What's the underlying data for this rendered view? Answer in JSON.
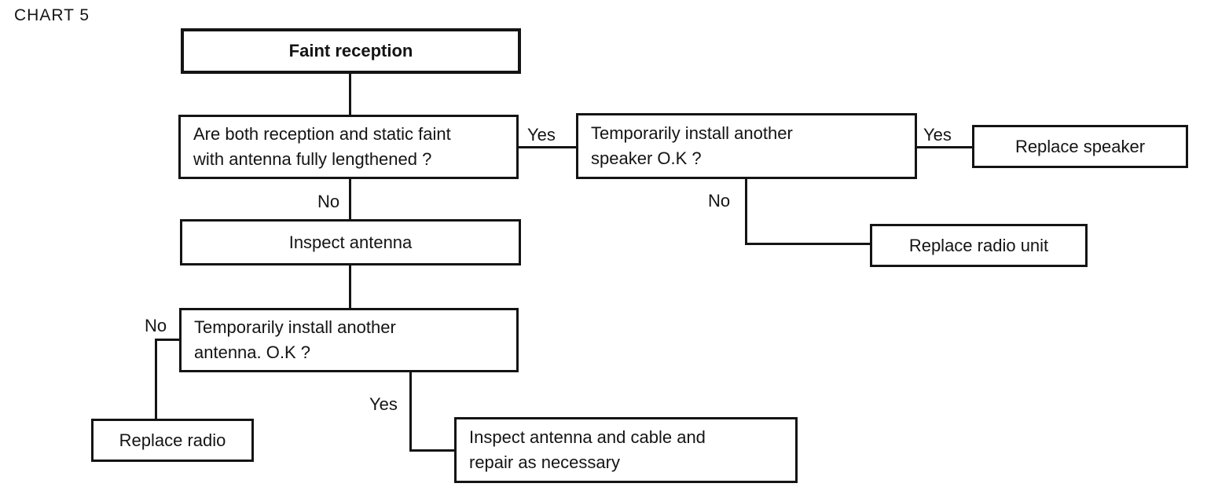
{
  "title": "CHART 5",
  "colors": {
    "ink": "#141414",
    "paper": "#ffffff"
  },
  "flowchart": {
    "nodes": [
      {
        "id": "faint_reception",
        "label": "Faint reception",
        "style": "bold-header"
      },
      {
        "id": "q_reception_static",
        "line1": "Are both reception and static faint",
        "line2": "with antenna fully lengthened ?"
      },
      {
        "id": "q_speaker",
        "line1": "Temporarily install another",
        "line2": "speaker O.K ?"
      },
      {
        "id": "replace_speaker",
        "label": "Replace speaker"
      },
      {
        "id": "replace_radio_unit",
        "label": "Replace radio unit"
      },
      {
        "id": "inspect_antenna",
        "label": "Inspect antenna"
      },
      {
        "id": "q_antenna",
        "line1": "Temporarily install another",
        "line2": "antenna. O.K ?"
      },
      {
        "id": "replace_radio",
        "label": "Replace radio"
      },
      {
        "id": "inspect_repair",
        "line1": "Inspect antenna and cable and",
        "line2": "repair as necessary"
      }
    ],
    "edges": [
      {
        "from": "q_reception_static",
        "to": "q_speaker",
        "label": "Yes"
      },
      {
        "from": "q_reception_static",
        "to": "inspect_antenna",
        "label": "No"
      },
      {
        "from": "q_speaker",
        "to": "replace_speaker",
        "label": "Yes"
      },
      {
        "from": "q_speaker",
        "to": "replace_radio_unit",
        "label": "No"
      },
      {
        "from": "q_antenna",
        "to": "replace_radio",
        "label": "No"
      },
      {
        "from": "q_antenna",
        "to": "inspect_repair",
        "label": "Yes"
      },
      {
        "from": "faint_reception",
        "to": "q_reception_static",
        "label": ""
      },
      {
        "from": "inspect_antenna",
        "to": "q_antenna",
        "label": ""
      }
    ]
  }
}
